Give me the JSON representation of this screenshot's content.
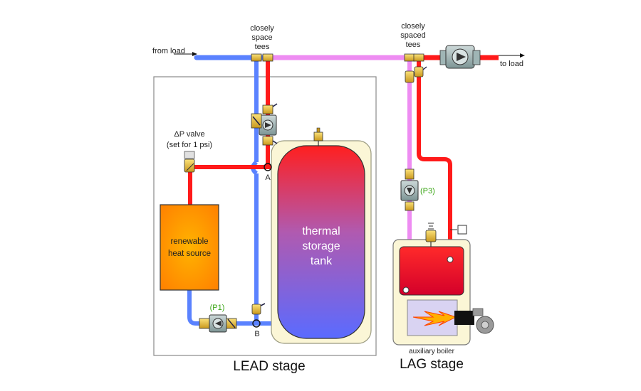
{
  "labels": {
    "from_load": "from load",
    "to_load": "to load",
    "tees_left": [
      "closely",
      "space",
      "tees"
    ],
    "tees_right": [
      "closely",
      "spaced",
      "tees"
    ],
    "dp_valve": [
      "ΔP valve",
      "(set for 1 psi)"
    ],
    "heat_source": [
      "renewable",
      "heat source"
    ],
    "tank": [
      "thermal",
      "storage",
      "tank"
    ],
    "point_a": "A",
    "point_b": "B",
    "pump_p1": "(P1)",
    "pump_p3": "(P3)",
    "boiler": "auxiliary boiler",
    "lead_stage": "LEAD stage",
    "lag_stage": "LAG stage"
  },
  "colors": {
    "hot": "#ff1a1a",
    "cold": "#5a82ff",
    "mixed": "#ee8cf2",
    "pump_label": "#3aa515",
    "brass": "#e8c23a",
    "pump_body": "#a8bcbc"
  }
}
